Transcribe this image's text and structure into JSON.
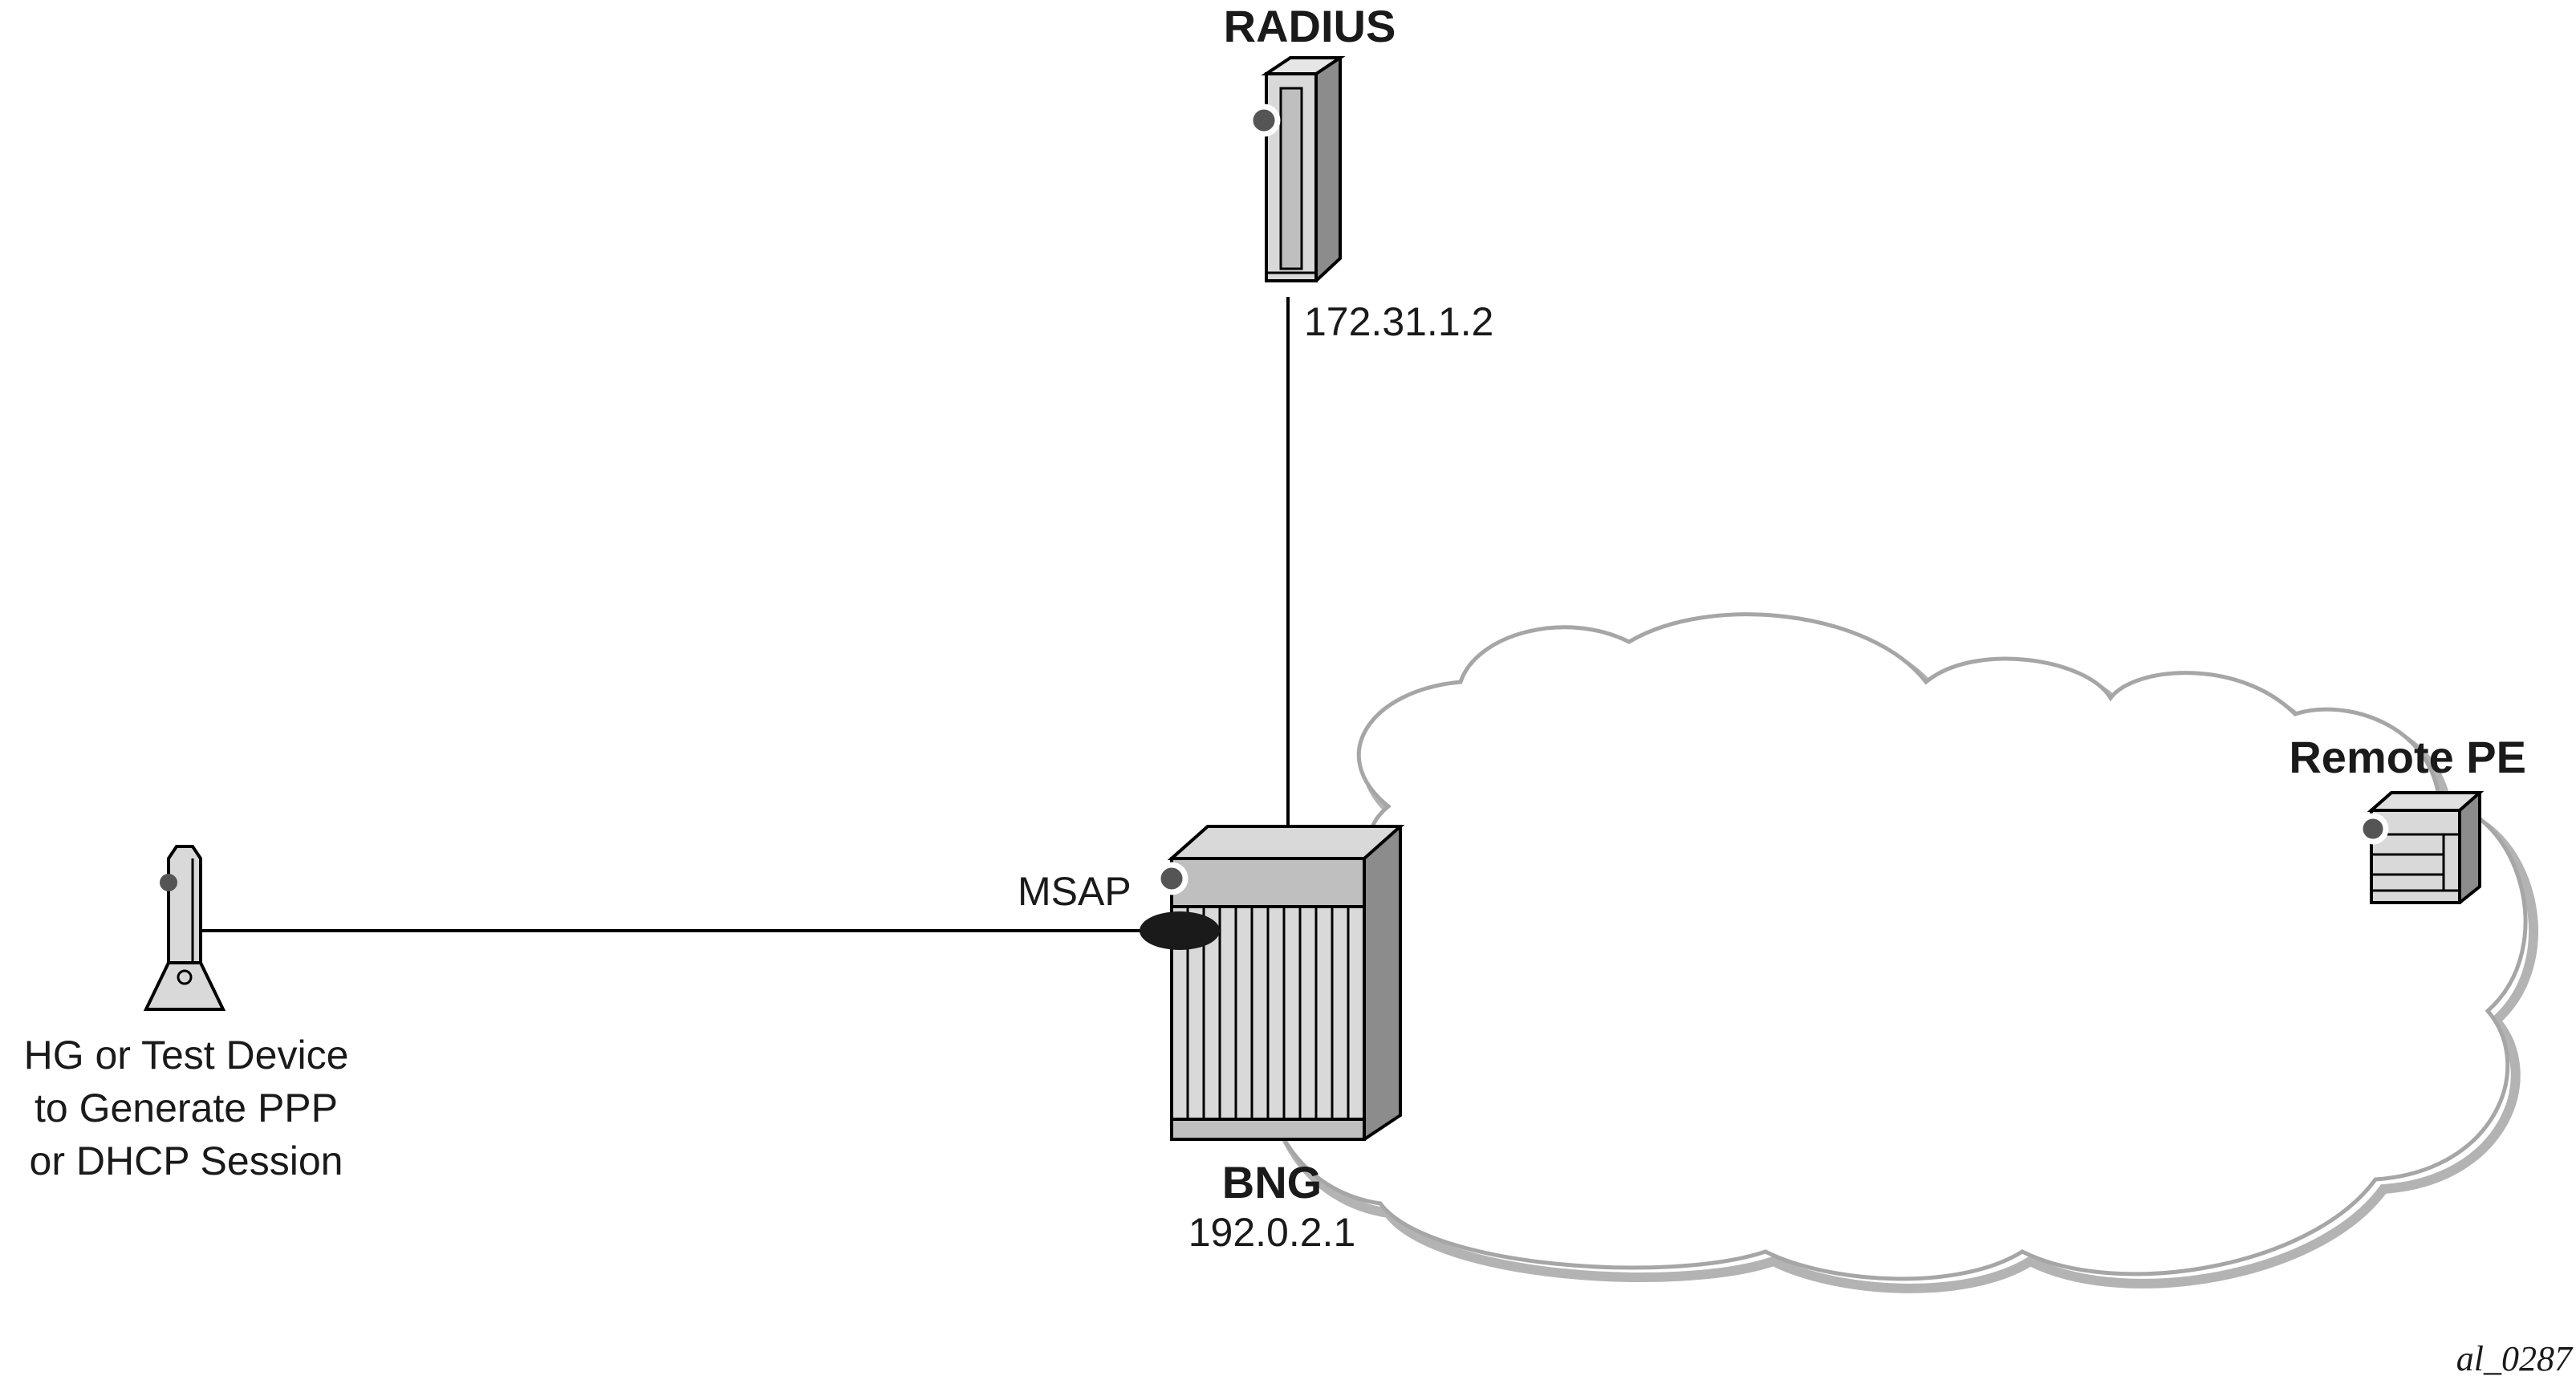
{
  "nodes": {
    "radius": {
      "name": "RADIUS",
      "ip": "172.31.1.2"
    },
    "bng": {
      "name": "BNG",
      "ip": "192.0.2.1",
      "msap_label": "MSAP"
    },
    "remote_pe": {
      "name": "Remote PE"
    },
    "home_gateway": {
      "label_lines": [
        "HG or Test Device",
        "to Generate PPP",
        "or DHCP Session"
      ]
    }
  },
  "figure_id": "al_0287",
  "colors": {
    "line": "#000000",
    "device_fill": "#d9d9d9",
    "device_dark": "#8c8c8c",
    "cloud_stroke": "#a6a6a6",
    "cloud_shadow": "#b3b3b3",
    "port_dot": "#555555"
  }
}
